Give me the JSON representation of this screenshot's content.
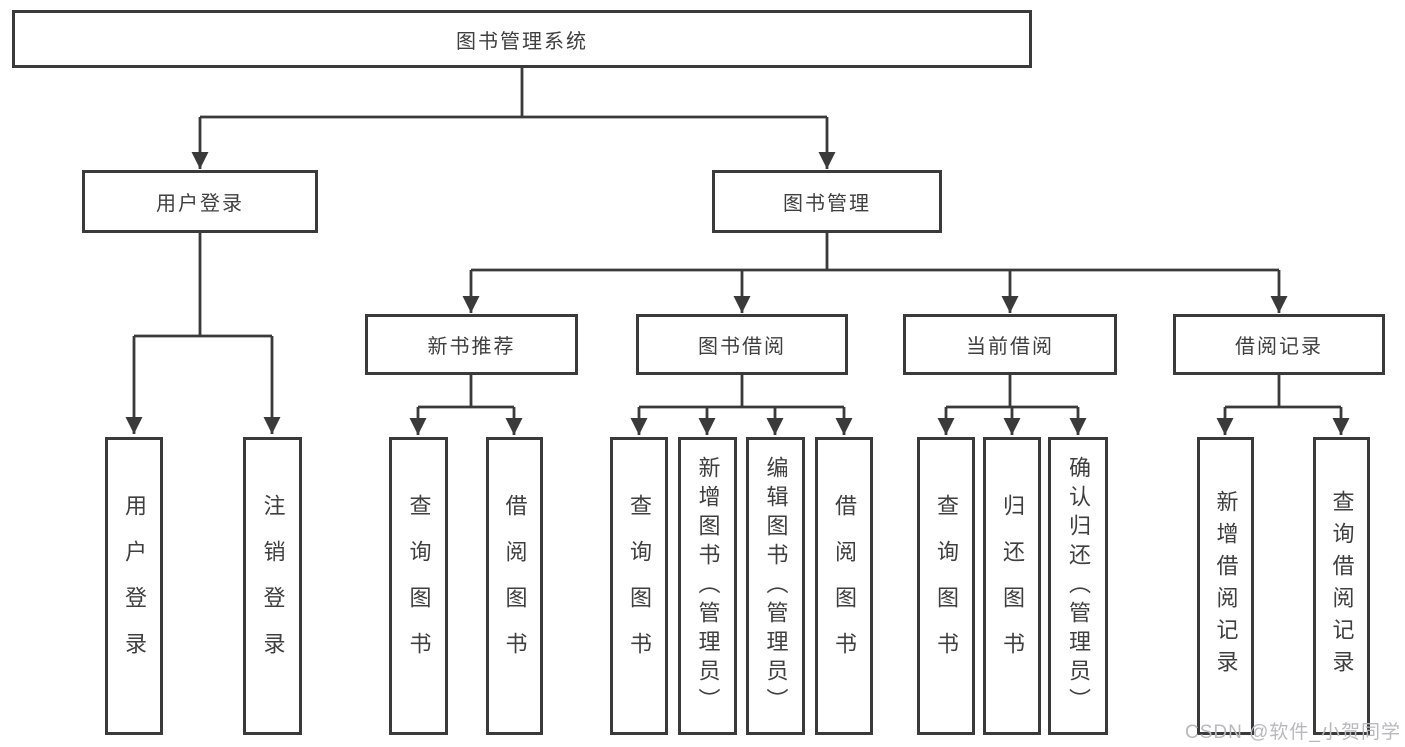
{
  "root": {
    "label": "图书管理系统"
  },
  "user_login": {
    "label": "用户登录",
    "children": [
      {
        "label": "用户登录"
      },
      {
        "label": "注销登录"
      }
    ]
  },
  "book_mgmt": {
    "label": "图书管理",
    "children": [
      {
        "label": "新书推荐",
        "children": [
          {
            "label": "查询图书"
          },
          {
            "label": "借阅图书"
          }
        ]
      },
      {
        "label": "图书借阅",
        "children": [
          {
            "label": "查询图书"
          },
          {
            "label": "新增图书（管理员）"
          },
          {
            "label": "编辑图书（管理员）"
          },
          {
            "label": "借阅图书"
          }
        ]
      },
      {
        "label": "当前借阅",
        "children": [
          {
            "label": "查询图书"
          },
          {
            "label": "归还图书"
          },
          {
            "label": "确认归还（管理员）"
          }
        ]
      },
      {
        "label": "借阅记录",
        "children": [
          {
            "label": "新增借阅记录"
          },
          {
            "label": "查询借阅记录"
          }
        ]
      }
    ]
  },
  "watermark": "CSDN @软件_小贺同学",
  "colors": {
    "line": "#3a3a3a",
    "text": "#3f3f3f",
    "watermark": "#b9b9bd",
    "background": "#ffffff"
  }
}
